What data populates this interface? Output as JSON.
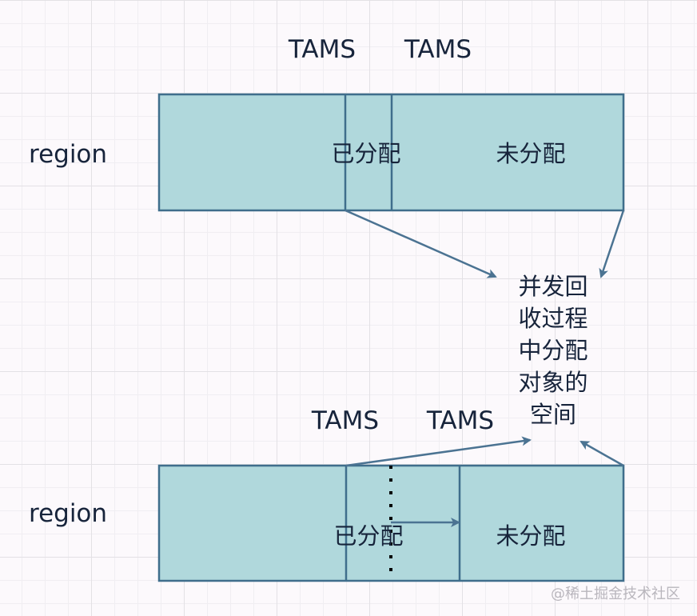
{
  "colors": {
    "region_fill": "#b0d8dc",
    "region_stroke": "#3f6e8c",
    "arrow": "#4b7392",
    "text": "#17243b",
    "grid": "#e3e1e5",
    "watermark": "#b9b6bd"
  },
  "top": {
    "tams_left": "TAMS",
    "tams_right": "TAMS",
    "region_label": "region",
    "allocated": "已分配",
    "unallocated": "未分配"
  },
  "note": {
    "lines": [
      "并发回",
      "收过程",
      "中分配",
      "对象的",
      "空间"
    ]
  },
  "bottom": {
    "tams_left": "TAMS",
    "tams_right": "TAMS",
    "region_label": "region",
    "allocated": "已分配",
    "unallocated": "未分配"
  },
  "watermark": "@稀土掘金技术社区"
}
